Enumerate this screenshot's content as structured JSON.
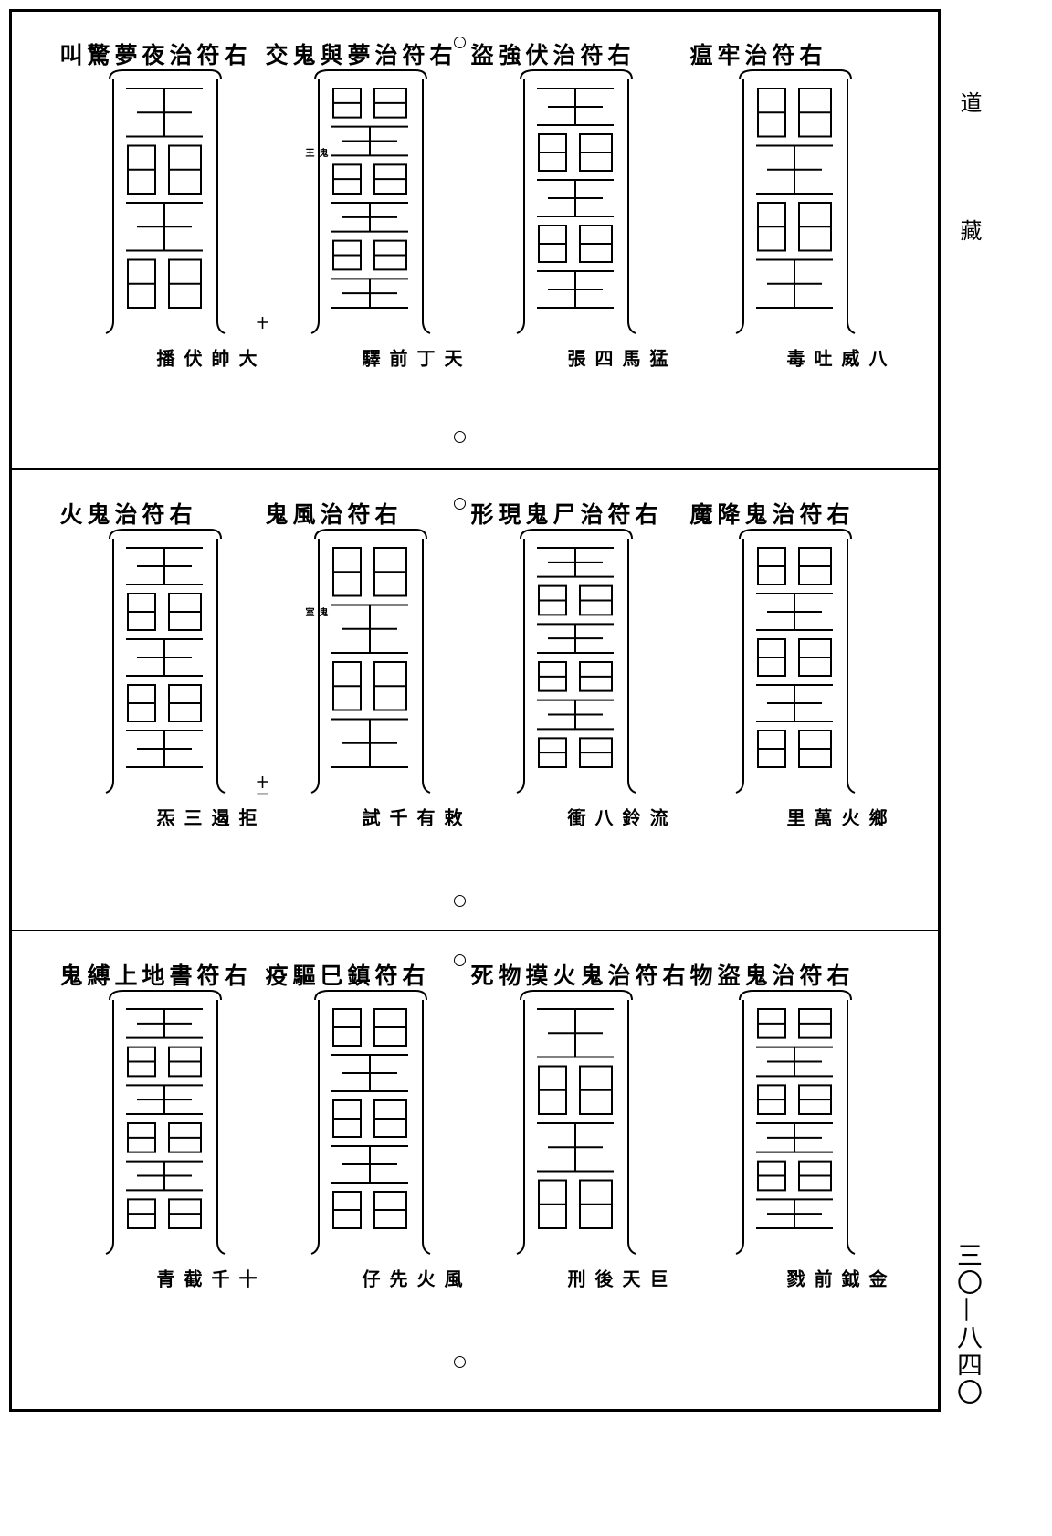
{
  "margin": {
    "collection": "道",
    "collection2": "藏",
    "page_number": "三〇—八四〇"
  },
  "rows": [
    {
      "items": [
        {
          "caption": "右符治牢瘟",
          "name": "八威吐毒"
        },
        {
          "caption": "右符治伏強盜",
          "name": "猛馬四張"
        },
        {
          "caption": "右符治夢與鬼交",
          "note": "鬼王",
          "name": "天丁前驛"
        },
        {
          "caption": "右符治夜夢驚叫",
          "name": "大帥伏播"
        }
      ],
      "folio": "十"
    },
    {
      "items": [
        {
          "caption": "右符治鬼降魔",
          "name": "鄉火萬里"
        },
        {
          "caption": "右符治尸鬼現形",
          "name": "流鈴八衝"
        },
        {
          "caption": "右符治風鬼",
          "note": "鬼室",
          "name": "敕有千試"
        },
        {
          "caption": "右符治鬼火",
          "name": "拒遏三炁"
        }
      ],
      "folio": "十一"
    },
    {
      "items": [
        {
          "caption": "右符治鬼盜物",
          "name": "金鉞前戮"
        },
        {
          "caption": "右符治鬼火摸物死",
          "name": "巨天後刑"
        },
        {
          "caption": "右符鎮巳驅疫",
          "name": "風火先仔"
        },
        {
          "caption": "右符書地上縛鬼",
          "name": "十千截青"
        }
      ]
    }
  ]
}
